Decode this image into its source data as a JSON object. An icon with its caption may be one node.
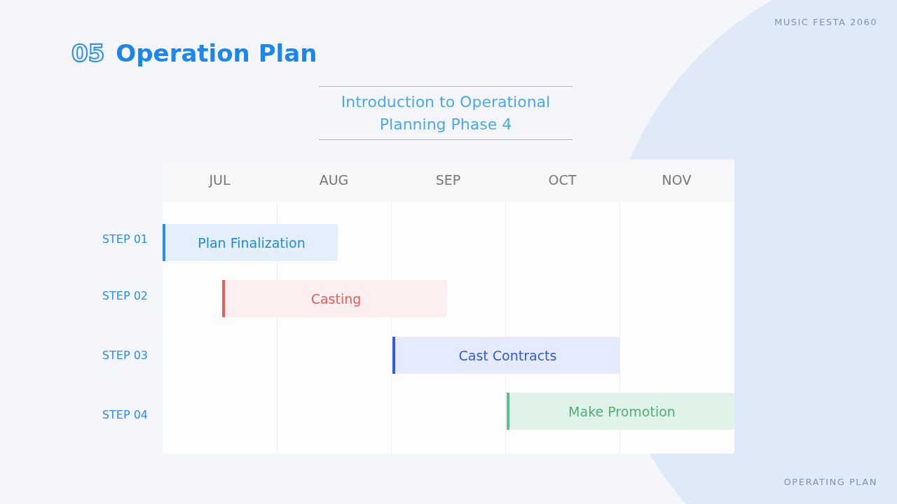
{
  "diagram": {
    "title": "Operation Plan",
    "nodes": [
      {
        "text": [
          "Plan Finalization"
        ]
      },
      {
        "text": [
          "Casting"
        ]
      },
      {
        "text": [
          "Cast Contracts"
        ]
      },
      {
        "text": [
          "Make Promotion"
        ]
      }
    ],
    "labels": [
      "MUSIC FESTA 2060",
      "05",
      "Introduction to Operational Planning Phase 4",
      "JUL",
      "AUG",
      "SEP",
      "OCT",
      "NOV",
      "STEP 01",
      "STEP 02",
      "STEP 03",
      "STEP 04",
      "OPERATING PLAN"
    ]
  }
}
